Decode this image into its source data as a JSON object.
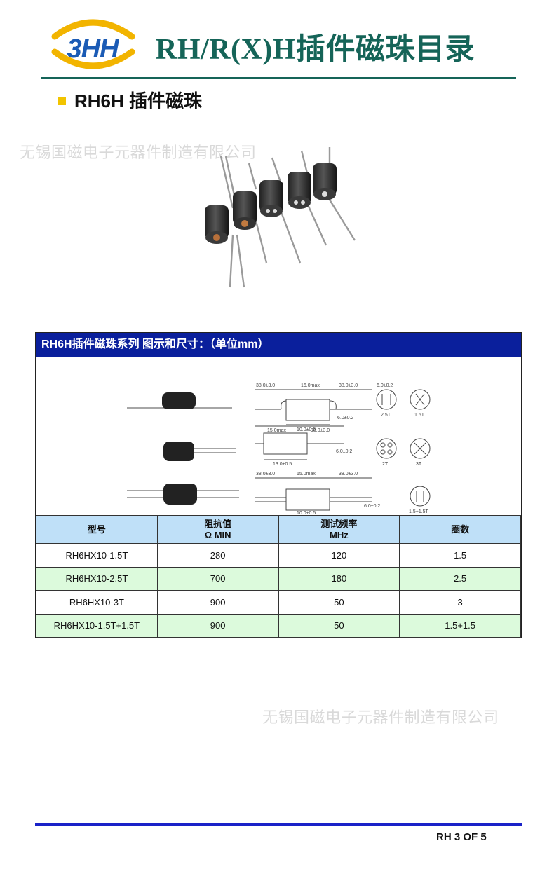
{
  "header": {
    "logo_text": "3HH",
    "title": "RH/R(X)H插件磁珠目录"
  },
  "section": {
    "title": "RH6H 插件磁珠"
  },
  "watermark": "无锡国磁电子元器件制造有限公司",
  "panel": {
    "title": "RH6H插件磁珠系列   图示和尺寸：（单位mm）",
    "drawing_labels": {
      "r1_lead_left": "38.0±3.0",
      "r1_body": "16.0max",
      "r1_lead_right": "38.0±3.0",
      "r1_length": "10.0±0.5",
      "r1_dia": "6.0±0.2",
      "r1_side": "6.0±0.2",
      "r1_face_a": "2.5T",
      "r1_face_b": "1.5T",
      "r2_body": "15.0max",
      "r2_lead": "38.0±3.0",
      "r2_length": "13.0±0.5",
      "r2_side": "6.0±0.2",
      "r2_face_a": "2T",
      "r2_face_b": "3T",
      "r3_lead_left": "38.0±3.0",
      "r3_body": "15.0max",
      "r3_lead_right": "38.0±3.0",
      "r3_length": "10.0±0.5",
      "r3_side": "6.0±0.2",
      "r3_face": "1.5+1.5T"
    }
  },
  "table": {
    "headers": [
      {
        "line1": "型号",
        "line2": ""
      },
      {
        "line1": "阻抗值",
        "line2": "Ω MIN"
      },
      {
        "line1": "测试频率",
        "line2": "MHz"
      },
      {
        "line1": "圈数",
        "line2": ""
      }
    ],
    "rows": [
      {
        "model": "RH6HX10-1.5T",
        "impedance": "280",
        "frequency": "120",
        "turns": "1.5"
      },
      {
        "model": "RH6HX10-2.5T",
        "impedance": "700",
        "frequency": "180",
        "turns": "2.5"
      },
      {
        "model": "RH6HX10-3T",
        "impedance": "900",
        "frequency": "50",
        "turns": "3"
      },
      {
        "model": "RH6HX10-1.5T+1.5T",
        "impedance": "900",
        "frequency": "50",
        "turns": "1.5+1.5"
      }
    ]
  },
  "footer": {
    "text": "RH    3 OF 5"
  },
  "colors": {
    "title": "#156458",
    "panel_header": "#0a1f9c",
    "table_header": "#bfe0f8",
    "row_alt": "#dcfadc",
    "footer_rule": "#1a22c8",
    "bullet": "#f2c400"
  }
}
